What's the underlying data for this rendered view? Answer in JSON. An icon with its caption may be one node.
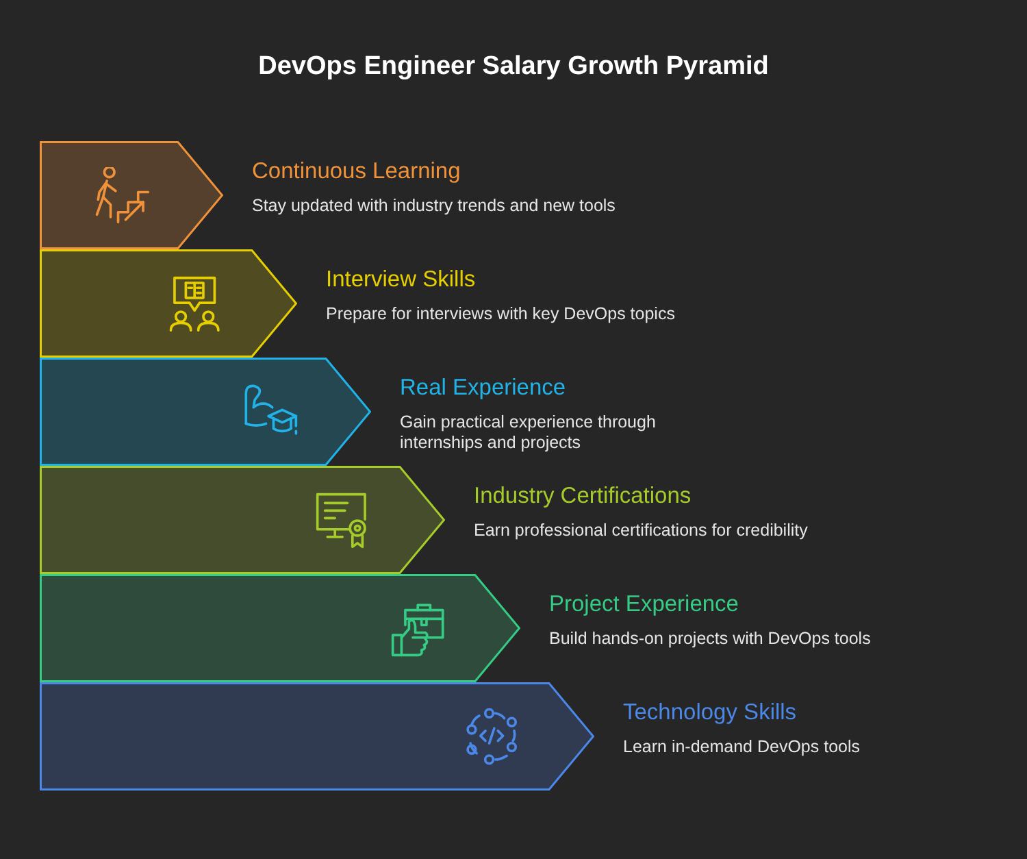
{
  "diagram": {
    "title": "DevOps Engineer Salary Growth Pyramid",
    "nodes": [
      {
        "text": [
          "Continuous Learning",
          "Stay updated with industry trends and new tools"
        ]
      },
      {
        "text": [
          "Interview Skills",
          "Prepare for interviews with key DevOps topics"
        ]
      },
      {
        "text": [
          "Real Experience",
          "Gain practical experience through internships and projects"
        ]
      },
      {
        "text": [
          "Industry Certifications",
          "Earn professional certifications for credibility"
        ]
      },
      {
        "text": [
          "Project Experience",
          "Build hands-on projects with DevOps tools"
        ]
      },
      {
        "text": [
          "Technology Skills",
          "Learn in-demand DevOps tools"
        ]
      }
    ]
  }
}
